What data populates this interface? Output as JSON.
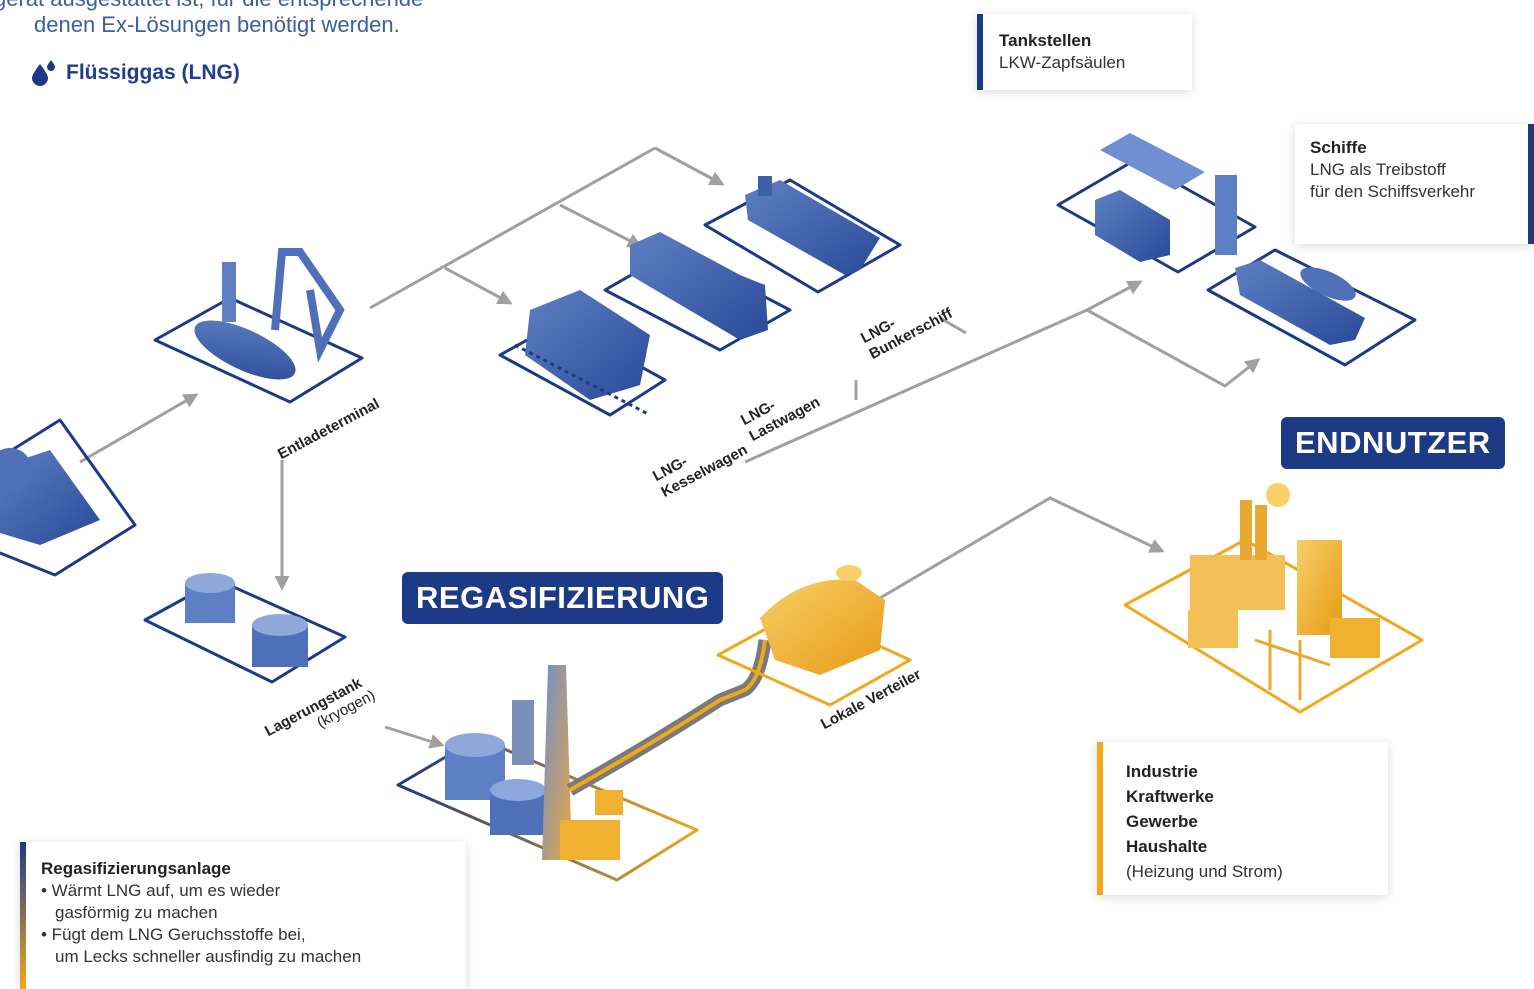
{
  "intro": {
    "line1": "gerät ausgestattet ist, für die entsprechende",
    "line2": "denen Ex-Lösungen benötigt werden."
  },
  "section_title": "Flüssiggas (LNG)",
  "stages": {
    "regasification": "REGASIFIZIERUNG",
    "end_users": "ENDNUTZER"
  },
  "nodes": {
    "unloading_terminal": "Entladeterminal",
    "storage_tank": "Lagerungstank",
    "storage_tank_sub": "(kryogen)",
    "rail_car": "LNG-\nKesselwagen",
    "truck": "LNG-\nLastwagen",
    "bunker_ship": "LNG-\nBunkerschiff",
    "local_distributor": "Lokale Verteiler"
  },
  "cards": {
    "fuel_stations": {
      "title": "Tankstellen",
      "text": "LKW-Zapfsäulen"
    },
    "ships": {
      "title": "Schiffe",
      "text1": "LNG als Treibstoff",
      "text2": "für den Schiffsverkehr"
    },
    "consumers": {
      "lines": [
        "Industrie",
        "Kraftwerke",
        "Gewerbe",
        "Haushalte"
      ],
      "note": "(Heizung und Strom)"
    },
    "regas_plant": {
      "title": "Regasifizierungsanlage",
      "bullet1a": "• Wärmt LNG auf, um es wieder",
      "bullet1b": "gasförmig zu machen",
      "bullet2a": "• Fügt dem LNG Geruchsstoffe bei,",
      "bullet2b": "um Lecks schneller ausfindig zu machen"
    }
  },
  "colors": {
    "blue": "#1c3a86",
    "blue_light": "#6f8fd0",
    "orange": "#f0a81c",
    "arrow_gray": "#a0a0a0"
  },
  "icons": [
    "droplet-icon",
    "ship-icon",
    "terminal-icon",
    "tank-icon",
    "train-icon",
    "truck-icon",
    "bunker-ship-icon",
    "fuel-station-icon",
    "lng-ship-icon",
    "regas-plant-icon",
    "distributor-tank-icon",
    "industry-icon"
  ]
}
